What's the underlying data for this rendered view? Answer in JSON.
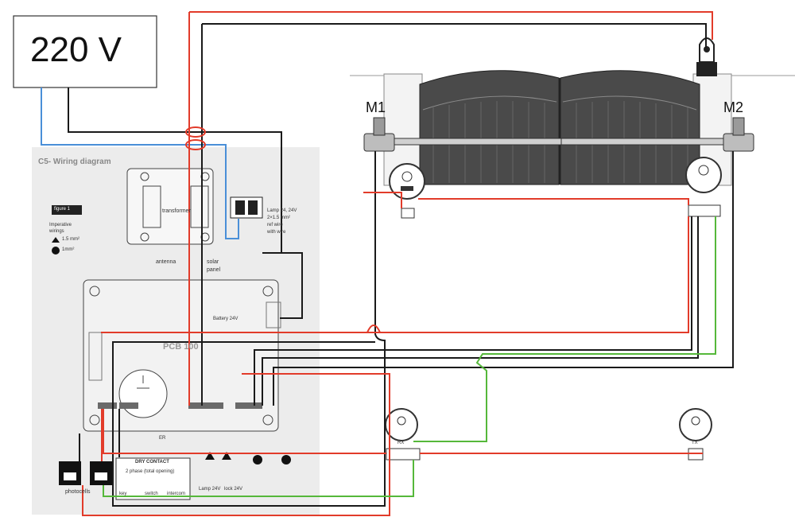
{
  "power_label": "220 V",
  "title": "C5- Wiring diagram",
  "figure_tag": "figure 1",
  "legend": {
    "heading_1": "Imperative",
    "heading_2": "wirings",
    "item_1": "1.5 mm²",
    "item_2": "1mm²"
  },
  "motor_left": "M1",
  "motor_right": "M2",
  "board_label": "PCB 100",
  "transformer_label": "transformer",
  "lamp_1": "Lamp 24, 24V",
  "lamp_2": "2×1.5 mm²",
  "lamp_3": "ref wire",
  "lamp_4": "with wire",
  "antenna_label": "antenna",
  "solar_1": "solar",
  "solar_2": "panel",
  "battery_label": "Battery 24V",
  "dry_title": "DRY CONTACT",
  "dry_sub": "2 phase (total opening)",
  "dry_items": [
    "key",
    "switch",
    "intercom"
  ],
  "lamp_bottom": "Lamp 24V",
  "lock_bottom": "lock 24V",
  "photocells_label": "photocells",
  "rx_label": "RX",
  "tx_label": "TX",
  "er_label": "ER",
  "colors": {
    "live": "#e23b2a",
    "neutral": "#1a1a1a",
    "earth": "#4a8fd8",
    "signal": "#55b83a",
    "panel": "#ececec",
    "gate": "#4a4a4a"
  }
}
